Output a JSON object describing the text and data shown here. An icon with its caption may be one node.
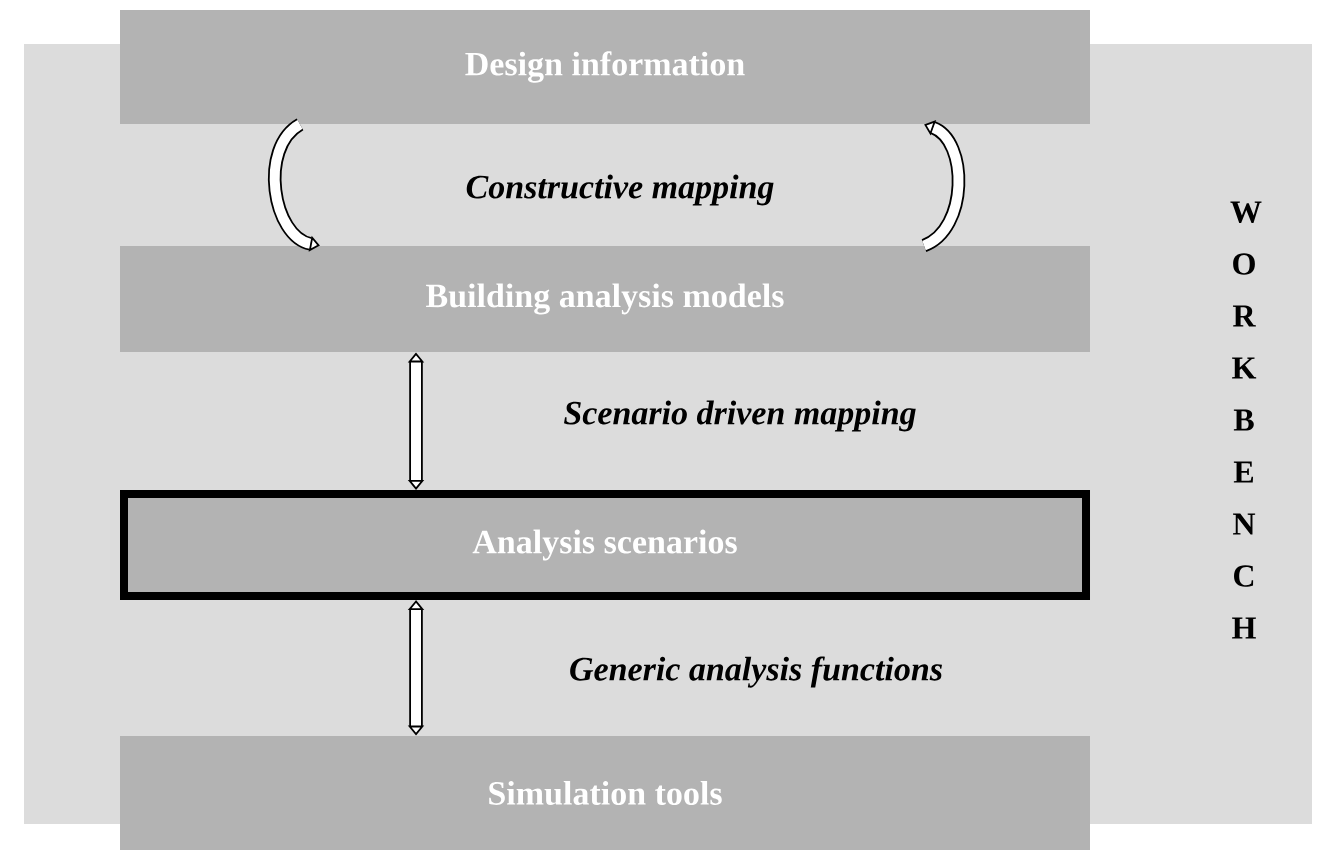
{
  "diagram": {
    "nodes": [
      {
        "text": [
          "Design information"
        ]
      },
      {
        "text": [
          "Building analysis models"
        ]
      },
      {
        "text": [
          "Analysis scenarios"
        ]
      },
      {
        "text": [
          "Simulation tools"
        ]
      }
    ],
    "edges": [
      {
        "from": 0,
        "to": 1,
        "arrow": "to",
        "label": "Constructive mapping"
      },
      {
        "from": 1,
        "to": 0,
        "arrow": "to"
      },
      {
        "from": 1,
        "to": 2,
        "arrow": "both",
        "label": "Scenario driven mapping"
      },
      {
        "from": 2,
        "to": 3,
        "arrow": "both",
        "label": "Generic analysis functions"
      }
    ],
    "labels": [
      "W O R K B E N C H"
    ]
  }
}
